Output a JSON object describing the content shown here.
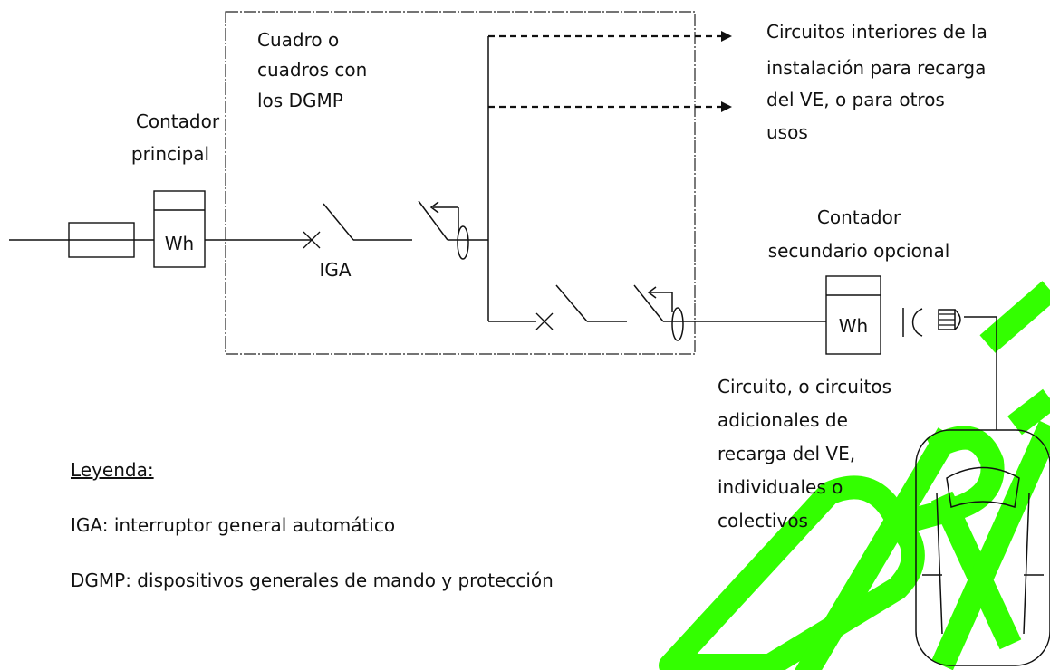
{
  "panel": {
    "label_lines": [
      "Cuadro o",
      "cuadros con",
      "los DGMP"
    ]
  },
  "main_meter": {
    "label_lines": [
      "Contador",
      "principal"
    ],
    "symbol": "Wh"
  },
  "secondary_meter": {
    "label_lines": [
      "Contador",
      "secundario opcional"
    ],
    "symbol": "Wh"
  },
  "switch_label": "IGA",
  "interior_circuits": {
    "label_lines": [
      "Circuitos interiores de la",
      "instalación para recarga",
      "del VE, o para otros",
      "usos"
    ]
  },
  "additional_circuits": {
    "label_lines": [
      "Circuito, o circuitos",
      "adicionales de",
      "recarga del VE,",
      "individuales o",
      "colectivos"
    ]
  },
  "legend": {
    "title": "Leyenda:",
    "items": [
      "IGA: interruptor general automático",
      "DGMP: dispositivos generales de mando y protección"
    ]
  },
  "watermark": {
    "text": "DRIFT",
    "color": "#33ff00"
  },
  "colors": {
    "ink": "#111111",
    "background": "#ffffff"
  }
}
